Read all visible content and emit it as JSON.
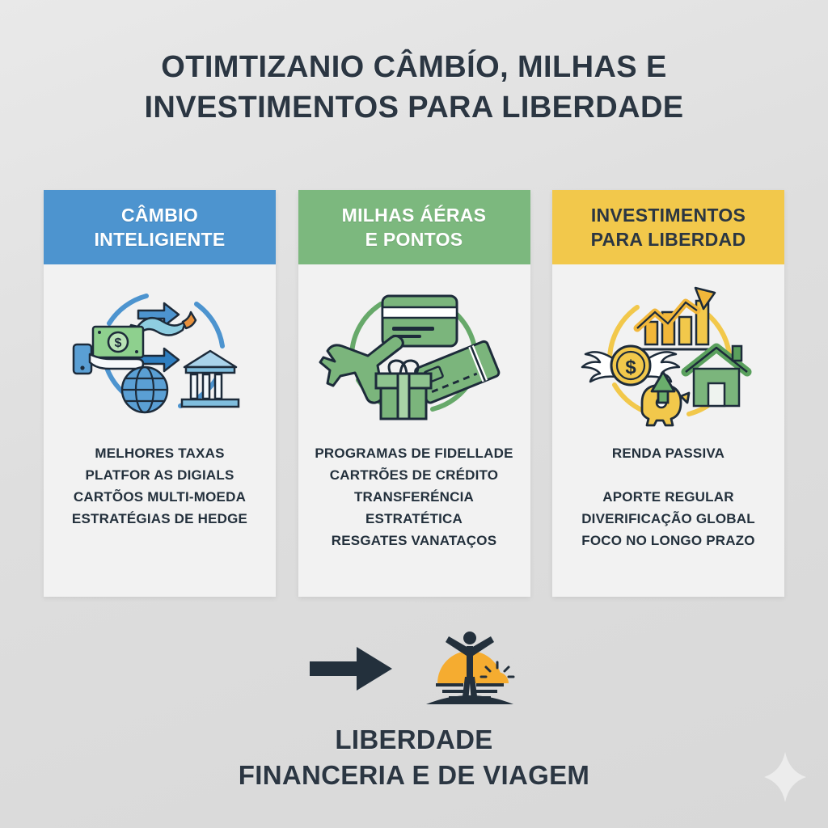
{
  "title": {
    "line1": "OTIMTIZANIO CÂMBÍO, MILHAS E",
    "line2": "INVESTIMENTOS PARA LIBERDADE"
  },
  "colors": {
    "background": "#e4e4e4",
    "card_surface": "#f2f2f2",
    "blue": "#4d94cf",
    "green": "#7cb87e",
    "yellow": "#f2c84b",
    "dark_text": "#2b3642",
    "sun_orange": "#f5ac30"
  },
  "cards": [
    {
      "header_line1": "CÂMBIO",
      "header_line2": "INTELIGIENTE",
      "icon_name": "currency-exchange-icon-cluster",
      "icon_parts": [
        "hand-holding-cash-icon",
        "exchange-arrows-icon",
        "bank-building-icon",
        "globe-icon",
        "dashed-circle"
      ],
      "items": [
        "MELHORES TAXAS",
        "PLATFOR AS DIGIALS",
        "CARTÕOS MULTI-MOEDA",
        "ESTRATÉGIAS DE HEDGE"
      ]
    },
    {
      "header_line1": "MILHAS ÁÉRAS",
      "header_line2": "E PONTOS",
      "icon_name": "miles-points-icon-cluster",
      "icon_parts": [
        "credit-card-icon",
        "airplane-icon",
        "boarding-ticket-icon",
        "gift-box-icon",
        "dashed-circle"
      ],
      "items": [
        "PROGRAMAS DE FIDELLADE",
        "CARTRÕES DE CRÉDITO",
        "TRANSFERÉNCIA",
        "ESTRATÉTICA",
        "RESGATES VANATAÇOS"
      ]
    },
    {
      "header_line1": "INVESTIMENTOS",
      "header_line2": "PARA LIBERDAD",
      "icon_name": "investments-icon-cluster",
      "icon_parts": [
        "growth-bar-chart-icon",
        "winged-coin-icon",
        "house-icon",
        "piggy-bank-icon",
        "dashed-circle"
      ],
      "items": [
        "RENDA PASSIVA",
        "",
        "APORTE REGULAR",
        "DIVERIFICAÇÃO GLOBAL",
        "FOCO NO LONGO PRAZO"
      ]
    }
  ],
  "outcome": {
    "arrow_icon": "right-arrow-icon",
    "sunrise_icon": "person-arms-raised-sunrise-icon",
    "caption_line1": "LIBERDADE",
    "caption_line2": "FINANCERIA E DE VIAGEM"
  },
  "decoration": {
    "sparkle_icon": "sparkle-icon"
  }
}
